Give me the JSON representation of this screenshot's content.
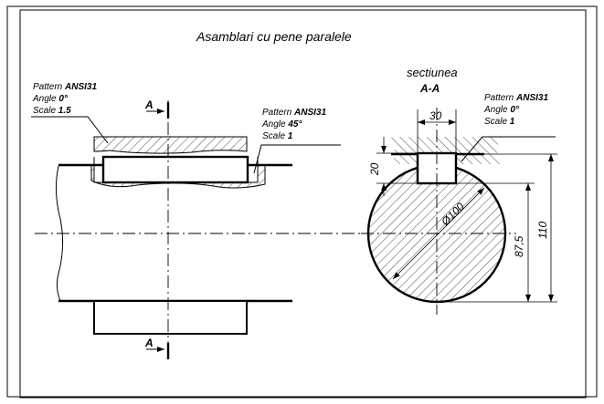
{
  "title": "Asamblari cu pene paralele",
  "section_arrow_label_top": "A",
  "section_arrow_label_bottom": "A",
  "section_title": "sectiunea",
  "section_name": "A-A",
  "hatch_notes": [
    {
      "pattern_prefix": "Pattern ",
      "pattern": "ANSI31",
      "angle_prefix": "Angle ",
      "angle": "0°",
      "scale_prefix": "Scale ",
      "scale": "1.5"
    },
    {
      "pattern_prefix": "Pattern ",
      "pattern": "ANSI31",
      "angle_prefix": "Angle ",
      "angle": "45°",
      "scale_prefix": "Scale ",
      "scale": "1"
    },
    {
      "pattern_prefix": "Pattern ",
      "pattern": "ANSI31",
      "angle_prefix": "Angle ",
      "angle": "0°",
      "scale_prefix": "Scale ",
      "scale": "1"
    }
  ],
  "dimensions": {
    "key_width": "30",
    "key_height": "20",
    "diameter": "Ø100",
    "shaft_to_keyway": "87,5",
    "hub_total": "110"
  }
}
